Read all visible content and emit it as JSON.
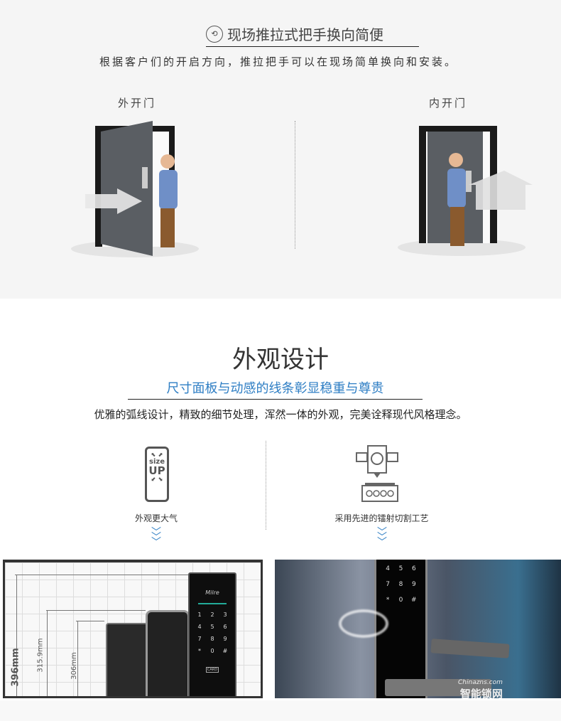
{
  "section1": {
    "title": "现场推拉式把手换向简便",
    "title_icon": "door-handle-rotate-icon",
    "description": "根据客户们的开启方向，推拉把手可以在现场简单换向和安装。",
    "left_label": "外开门",
    "right_label": "内开门"
  },
  "section2": {
    "title": "外观设计",
    "subtitle": "尺寸面板与动感的线条彰显稳重与尊贵",
    "description": "优雅的弧线设计，精致的细节处理，浑然一体的外观，完美诠释现代风格理念。",
    "features": [
      {
        "icon": "size-up-icon",
        "icon_text_top": "size",
        "icon_text_bottom": "UP",
        "label": "外观更大气"
      },
      {
        "icon": "laser-cutting-icon",
        "label": "采用先进的镭射切割工艺"
      }
    ],
    "accent_color": "#2e7ec4"
  },
  "size_comparison": {
    "dimensions": [
      "396mm",
      "315.9mm",
      "306mm"
    ],
    "brand": "Milre",
    "keypad": [
      "1",
      "2",
      "3",
      "4",
      "5",
      "6",
      "7",
      "8",
      "9",
      "*",
      "0",
      "#"
    ],
    "card_label": "CARD"
  },
  "product_photo": {
    "keypad": [
      "4",
      "5",
      "6",
      "7",
      "8",
      "9",
      "*",
      "0",
      "#"
    ]
  },
  "watermark": {
    "site": "Chinazns.com",
    "name": "智能锁网"
  }
}
